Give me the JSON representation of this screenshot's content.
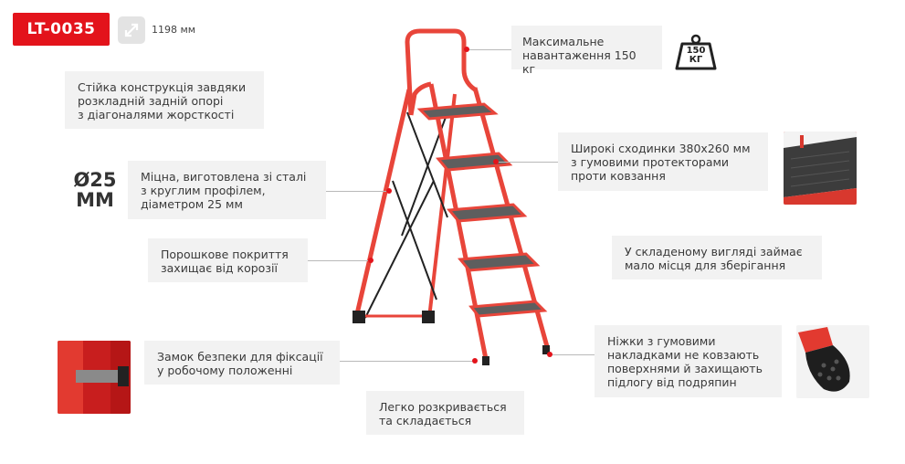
{
  "product": {
    "code": "LT-0035",
    "size_text": "1198 мм",
    "size_icon": "resize-diagonal-icon"
  },
  "features": {
    "max_load": "Максимальне\nнавантаження 150 кг",
    "weight_icon_label": "150\nКГ",
    "stability": "Стійка конструкція завдяки\nрозкладній задній опорі\nз діагоналями жорсткості",
    "diameter_label": "Ø25\nММ",
    "steel": "Міцна, виготовлена зі сталі\nз круглим профілем,\nдіаметром 25 мм",
    "steps": "Широкі сходинки 380х260 мм\nз гумовими протекторами\nпроти ковзання",
    "coating": "Порошкове покриття\nзахищає від корозії",
    "folded": "У складеному вигляді займає\nмало місця для зберігання",
    "lock": "Замок безпеки для фіксації\nу робочому положенні",
    "feet": "Ніжки з гумовими\nнакладками не ковзають\nповерхнями й захищають\nпідлогу від подряпин",
    "easy": "Легко розкривається\nта складається"
  },
  "colors": {
    "accent": "#e3131b",
    "box_bg": "#f2f2f2",
    "ladder_red": "#e8453a"
  }
}
